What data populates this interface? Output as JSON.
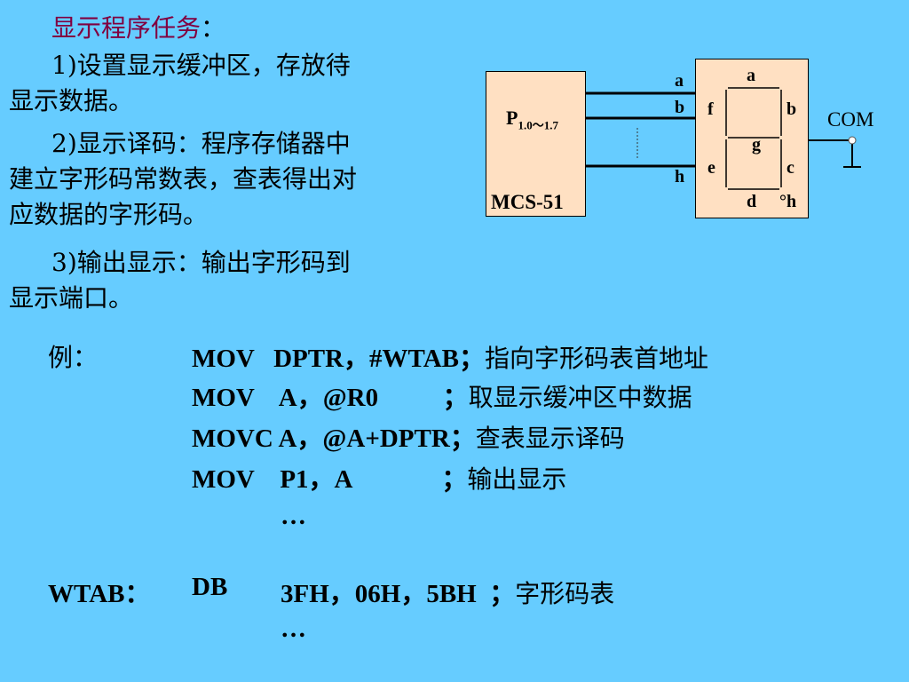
{
  "title": "显示程序任务",
  "title_colon": "：",
  "steps": [
    {
      "line1": "1)设置显示缓冲区，存放待",
      "line2": "显示数据。"
    },
    {
      "line1": "2)显示译码：程序存储器中",
      "line2": "建立字形码常数表，查表得出对",
      "line3": "应数据的字形码。"
    },
    {
      "line1": "3)输出显示：输出字形码到",
      "line2": "显示端口。"
    }
  ],
  "diagram": {
    "mcu_port_main": "P",
    "mcu_port_sub": "1.0～1.7",
    "mcu_name": "MCS-51",
    "wire_labels": [
      "a",
      "b",
      "h"
    ],
    "segments": {
      "a": "a",
      "b": "b",
      "c": "c",
      "d": "d",
      "e": "e",
      "f": "f",
      "g": "g",
      "h": "°h"
    },
    "com_label": "COM"
  },
  "example_label": "例：",
  "code": [
    {
      "instr": "MOV   DPTR，#WTAB；",
      "comment": "指向字形码表首地址"
    },
    {
      "instr": "MOV    A，@R0          ；",
      "comment": "取显示缓冲区中数据"
    },
    {
      "instr": "MOVC A，@A+DPTR；",
      "comment": "查表显示译码"
    },
    {
      "instr": "MOV    P1，A              ；",
      "comment": "输出显示"
    }
  ],
  "ellipsis1": "…",
  "table_label": "WTAB：",
  "table_directive": "DB",
  "table_values": "3FH，06H，5BH  ；",
  "table_comment": "字形码表",
  "ellipsis2": "…"
}
